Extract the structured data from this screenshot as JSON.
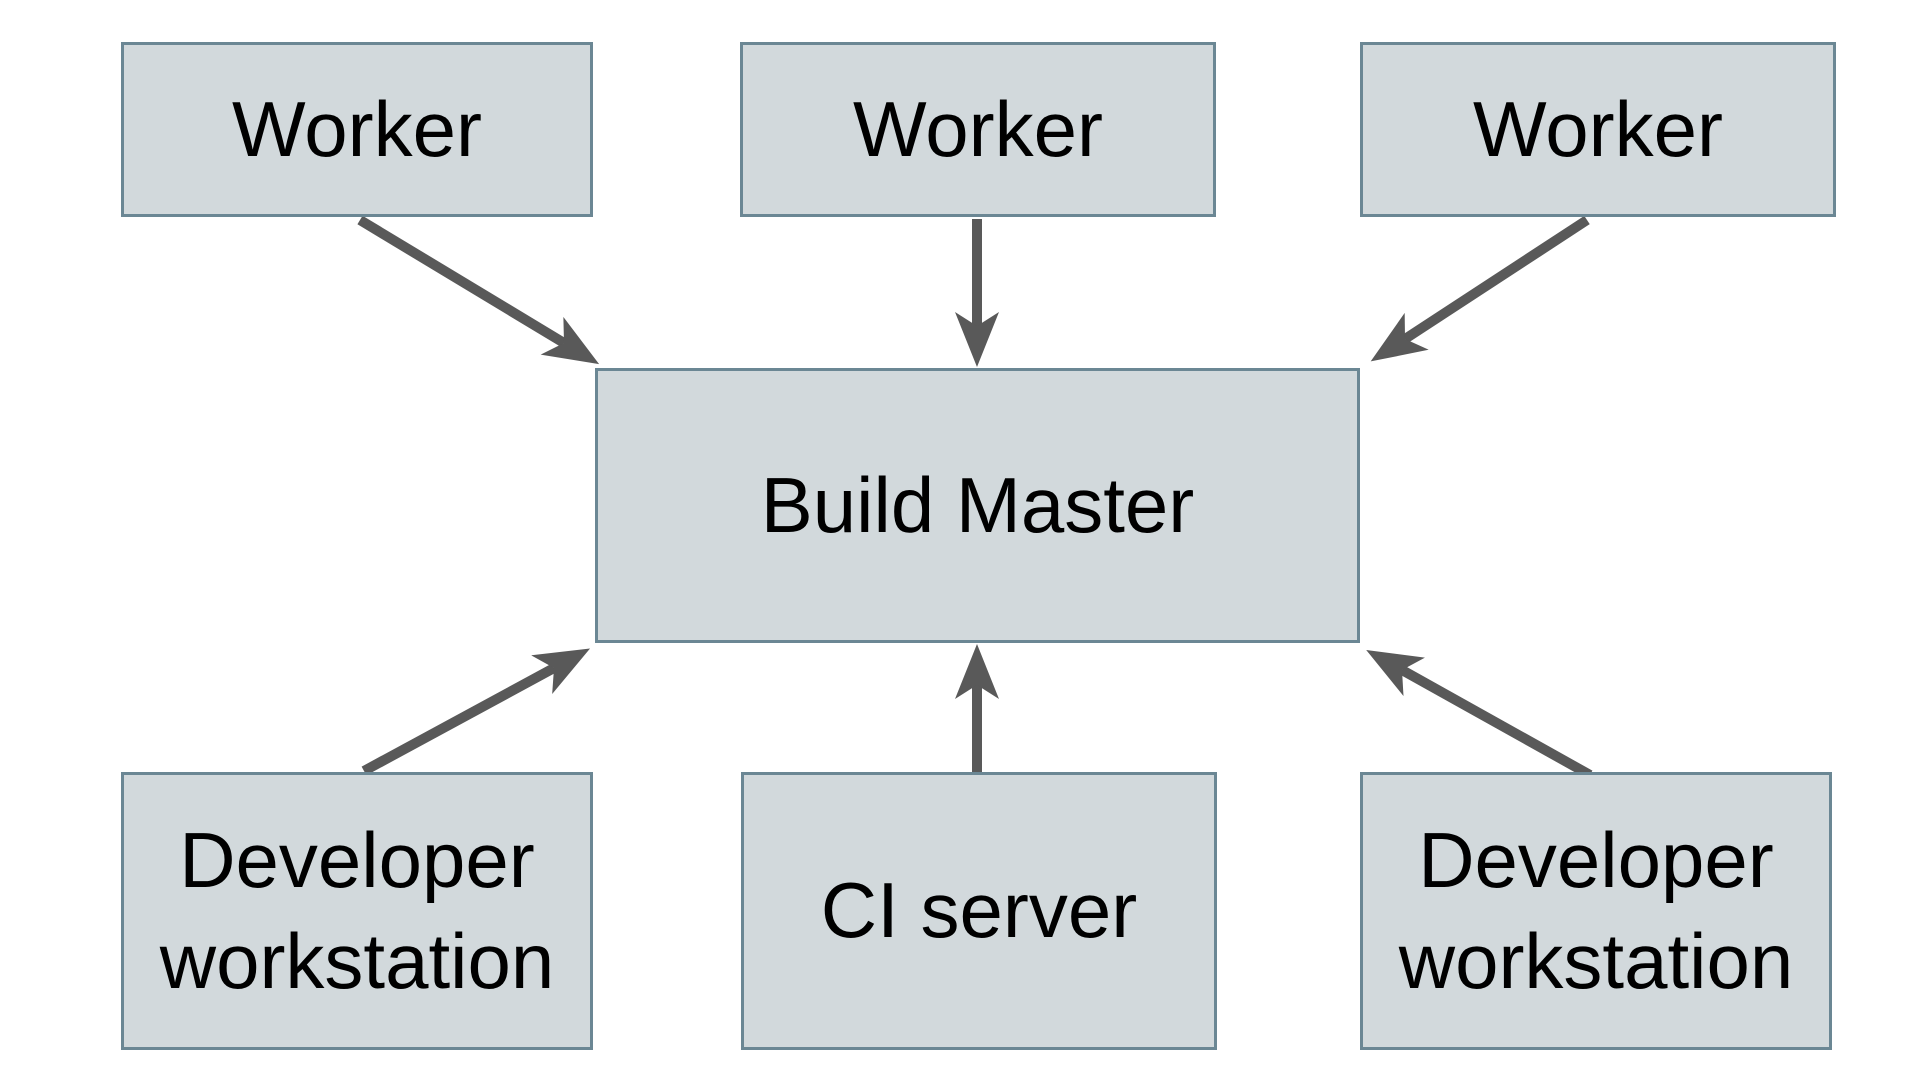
{
  "diagram": {
    "nodes": {
      "worker_top_left": {
        "label": "Worker"
      },
      "worker_top_center": {
        "label": "Worker"
      },
      "worker_top_right": {
        "label": "Worker"
      },
      "build_master": {
        "label": "Build Master"
      },
      "developer_workstation_left": {
        "label": "Developer workstation"
      },
      "ci_server": {
        "label": "CI server"
      },
      "developer_workstation_right": {
        "label": "Developer workstation"
      }
    },
    "edges": [
      {
        "from": "worker_top_left",
        "to": "build_master"
      },
      {
        "from": "worker_top_center",
        "to": "build_master"
      },
      {
        "from": "worker_top_right",
        "to": "build_master"
      },
      {
        "from": "developer_workstation_left",
        "to": "build_master"
      },
      {
        "from": "ci_server",
        "to": "build_master"
      },
      {
        "from": "developer_workstation_right",
        "to": "build_master"
      }
    ],
    "colors": {
      "background": "#ffffff",
      "node_fill": "#d2d9dc",
      "node_border": "#6b8794",
      "arrow": "#595959",
      "text": "#000000"
    }
  }
}
